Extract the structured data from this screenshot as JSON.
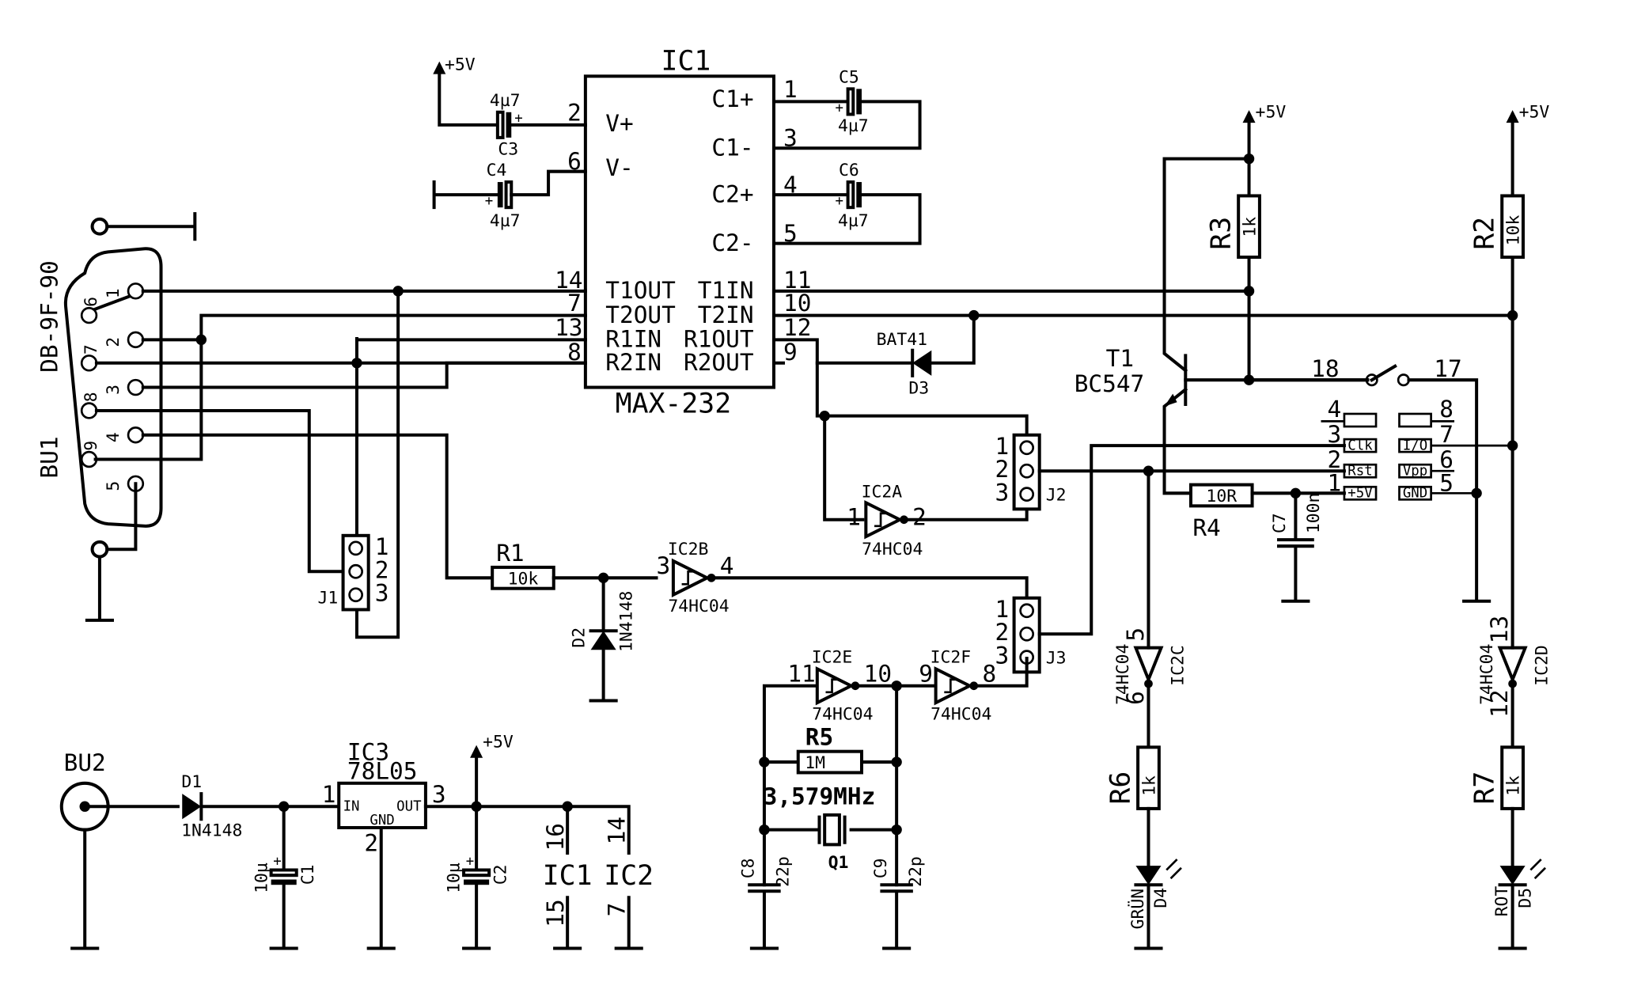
{
  "ic1": {
    "ref": "IC1",
    "part": "MAX-232",
    "pins_left": [
      {
        "num": "2",
        "name": "V+"
      },
      {
        "num": "6",
        "name": "V-"
      },
      {
        "num": "14",
        "name": "T1OUT"
      },
      {
        "num": "7",
        "name": "T2OUT"
      },
      {
        "num": "13",
        "name": "R1IN"
      },
      {
        "num": "8",
        "name": "R2IN"
      }
    ],
    "pins_right": [
      {
        "num": "1",
        "name": "C1+"
      },
      {
        "num": "3",
        "name": "C1-"
      },
      {
        "num": "4",
        "name": "C2+"
      },
      {
        "num": "5",
        "name": "C2-"
      },
      {
        "num": "11",
        "name": "T1IN"
      },
      {
        "num": "10",
        "name": "T2IN"
      },
      {
        "num": "12",
        "name": "R1OUT"
      },
      {
        "num": "9",
        "name": "R2OUT"
      }
    ]
  },
  "caps": {
    "c3": {
      "ref": "C3",
      "value": "4µ7"
    },
    "c4": {
      "ref": "C4",
      "value": "4µ7"
    },
    "c5": {
      "ref": "C5",
      "value": "4µ7"
    },
    "c6": {
      "ref": "C6",
      "value": "4µ7"
    },
    "c1": {
      "ref": "C1",
      "value": "10µ"
    },
    "c2": {
      "ref": "C2",
      "value": "10µ"
    },
    "c7": {
      "ref": "C7",
      "value": "100n"
    },
    "c8": {
      "ref": "C8",
      "value": "22p"
    },
    "c9": {
      "ref": "C9",
      "value": "22p"
    }
  },
  "supply": "+5V",
  "connector": {
    "ref": "BU1",
    "type": "DB-9F-90",
    "pins": [
      "1",
      "2",
      "3",
      "4",
      "5",
      "6",
      "7",
      "8",
      "9"
    ]
  },
  "jumpers": [
    {
      "ref": "J1",
      "pins": [
        "1",
        "2",
        "3"
      ]
    },
    {
      "ref": "J2",
      "pins": [
        "1",
        "2",
        "3"
      ]
    },
    {
      "ref": "J3",
      "pins": [
        "1",
        "2",
        "3"
      ]
    }
  ],
  "resistors": {
    "r1": {
      "ref": "R1",
      "value": "10k"
    },
    "r2": {
      "ref": "R2",
      "value": "10k"
    },
    "r3": {
      "ref": "R3",
      "value": "1k"
    },
    "r4": {
      "ref": "R4",
      "value": "10R"
    },
    "r5": {
      "ref": "R5",
      "value": "1M"
    },
    "r6": {
      "ref": "R6",
      "value": "1k"
    },
    "r7": {
      "ref": "R7",
      "value": "1k"
    }
  },
  "diodes": {
    "d1": {
      "ref": "D1",
      "part": "1N4148"
    },
    "d2": {
      "ref": "D2",
      "part": "1N4148"
    },
    "d3": {
      "ref": "D3",
      "part": "BAT41"
    },
    "d4": {
      "ref": "D4",
      "color": "GRÜN"
    },
    "d5": {
      "ref": "D5",
      "color": "ROT"
    }
  },
  "inverter_part": "74HC04",
  "gates": {
    "ic2a": {
      "ref": "IC2A",
      "in": "1",
      "out": "2"
    },
    "ic2b": {
      "ref": "IC2B",
      "in": "3",
      "out": "4"
    },
    "ic2c": {
      "ref": "IC2C",
      "in": "5",
      "out": "6"
    },
    "ic2d": {
      "ref": "IC2D",
      "in": "13",
      "out": "12"
    },
    "ic2e": {
      "ref": "IC2E",
      "in": "11",
      "out": "10"
    },
    "ic2f": {
      "ref": "IC2F",
      "in": "9",
      "out": "8"
    }
  },
  "transistor": {
    "ref": "T1",
    "part": "BC547"
  },
  "switch": {
    "pin_a": "18",
    "pin_b": "17"
  },
  "card": {
    "left_nums": [
      "4",
      "3",
      "2",
      "1"
    ],
    "left_labels": [
      "",
      "Clk",
      "Rst",
      "+5V"
    ],
    "right_nums": [
      "8",
      "7",
      "6",
      "5"
    ],
    "right_labels": [
      "",
      "I/O",
      "Vpp",
      "GND"
    ]
  },
  "regulator": {
    "ref": "IC3",
    "part": "78L05",
    "pin_in": "1",
    "pin_out": "3",
    "pin_gnd": "2",
    "label_in": "IN",
    "label_out": "OUT",
    "label_gnd": "GND"
  },
  "jack": {
    "ref": "BU2"
  },
  "crystal": {
    "ref": "Q1",
    "freq": "3,579MHz"
  },
  "power_pins": {
    "ic1": {
      "ref": "IC1",
      "vcc": "16",
      "gnd": "15"
    },
    "ic2": {
      "ref": "IC2",
      "vcc": "14",
      "gnd": "7"
    }
  }
}
